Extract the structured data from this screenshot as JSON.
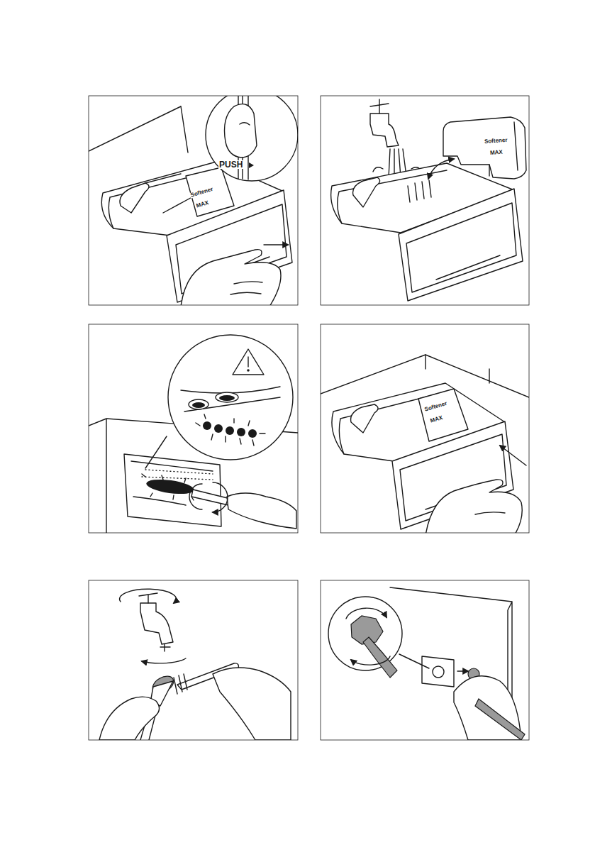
{
  "diagram": {
    "labels": [
      "PUSH",
      "Softener",
      "MAX",
      "Softener",
      "MAX",
      "Softener",
      "MAX"
    ]
  }
}
